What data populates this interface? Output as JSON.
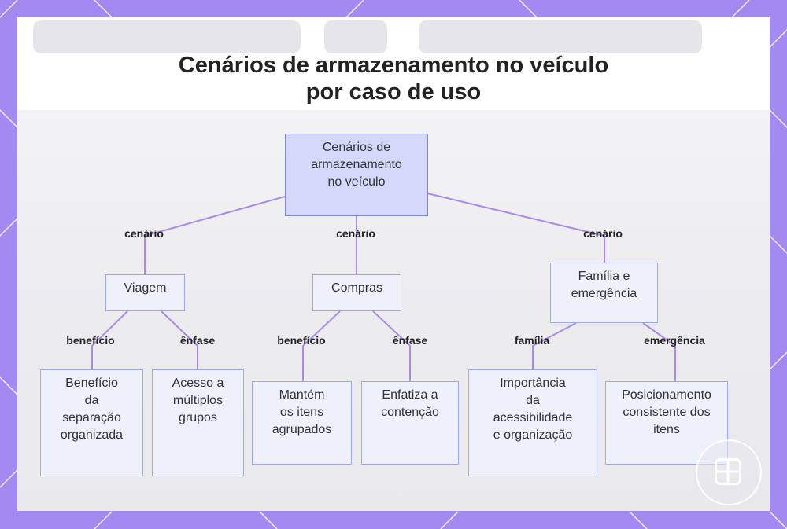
{
  "title": {
    "line1": "Cenários de armazenamento no veículo",
    "line2": "por caso de uso"
  },
  "colors": {
    "border": "#a38af0",
    "node_fill": "#eef0fc",
    "node_stroke": "#9fa8e8",
    "root_fill": "#d5d8fb",
    "edge": "#a98be6"
  },
  "nodes": {
    "root": [
      "Cenários de",
      "armazenamento",
      "no veículo"
    ],
    "viagem": [
      "Viagem"
    ],
    "compras": [
      "Compras"
    ],
    "familia": [
      "Família e",
      "emergência"
    ],
    "beneficio_separacao": [
      "Benefício",
      "da",
      "separação",
      "organizada"
    ],
    "acesso_grupos": [
      "Acesso a",
      "múltiplos",
      "grupos"
    ],
    "mantem_itens": [
      "Mantém",
      "os itens",
      "agrupados"
    ],
    "enfatiza_contencao": [
      "Enfatiza a",
      "contenção"
    ],
    "importancia": [
      "Importância",
      "da",
      "acessibilidade",
      "e organização"
    ],
    "posicionamento": [
      "Posicionamento",
      "consistente dos",
      "itens"
    ]
  },
  "edge_labels": {
    "cenario_1": "cenário",
    "cenario_2": "cenário",
    "cenario_3": "cenário",
    "beneficio_1": "benefício",
    "enfase_1": "ênfase",
    "beneficio_2": "benefício",
    "enfase_2": "ênfase",
    "familia": "família",
    "emergencia": "emergência"
  },
  "icons": {
    "watermark": "logo-icon"
  }
}
